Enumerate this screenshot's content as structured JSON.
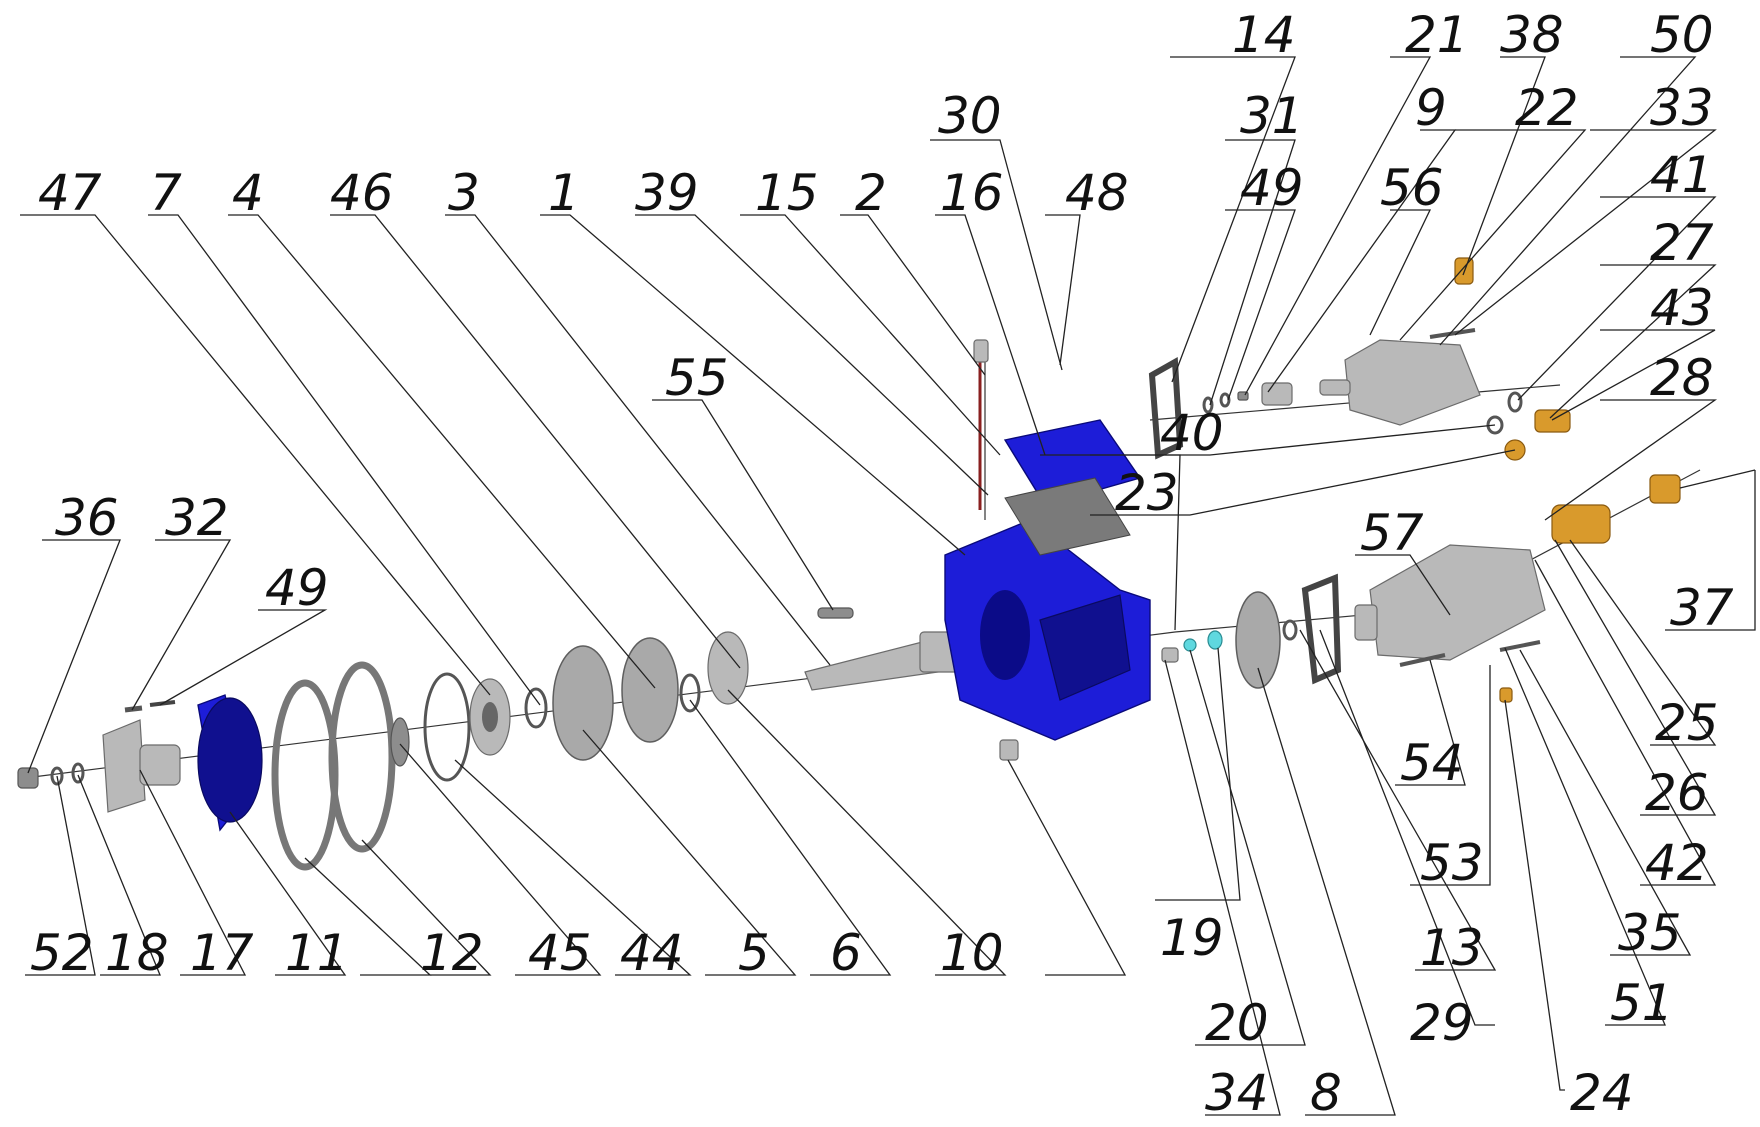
{
  "callouts": [
    {
      "label": "47"
    },
    {
      "label": "7"
    },
    {
      "label": "4"
    },
    {
      "label": "46"
    },
    {
      "label": "3"
    },
    {
      "label": "1"
    },
    {
      "label": "39"
    },
    {
      "label": "15"
    },
    {
      "label": "2"
    },
    {
      "label": "16"
    },
    {
      "label": "48"
    },
    {
      "label": "30"
    },
    {
      "label": "14"
    },
    {
      "label": "31"
    },
    {
      "label": "49"
    },
    {
      "label": "21"
    },
    {
      "label": "9"
    },
    {
      "label": "38"
    },
    {
      "label": "22"
    },
    {
      "label": "50"
    },
    {
      "label": "33"
    },
    {
      "label": "56"
    },
    {
      "label": "41"
    },
    {
      "label": "27"
    },
    {
      "label": "43"
    },
    {
      "label": "40"
    },
    {
      "label": "23"
    },
    {
      "label": "28"
    },
    {
      "label": "55"
    },
    {
      "label": "57"
    },
    {
      "label": "37"
    },
    {
      "label": "25"
    },
    {
      "label": "26"
    },
    {
      "label": "42"
    },
    {
      "label": "35"
    },
    {
      "label": "51"
    },
    {
      "label": "24"
    },
    {
      "label": "54"
    },
    {
      "label": "53"
    },
    {
      "label": "36"
    },
    {
      "label": "32"
    },
    {
      "label": "49"
    },
    {
      "label": "52"
    },
    {
      "label": "18"
    },
    {
      "label": "17"
    },
    {
      "label": "11"
    },
    {
      "label": "12"
    },
    {
      "label": "45"
    },
    {
      "label": "44"
    },
    {
      "label": "5"
    },
    {
      "label": "6"
    },
    {
      "label": "10"
    },
    {
      "label": "19"
    },
    {
      "label": "13"
    },
    {
      "label": "20"
    },
    {
      "label": "29"
    },
    {
      "label": "34"
    },
    {
      "label": "8"
    }
  ]
}
